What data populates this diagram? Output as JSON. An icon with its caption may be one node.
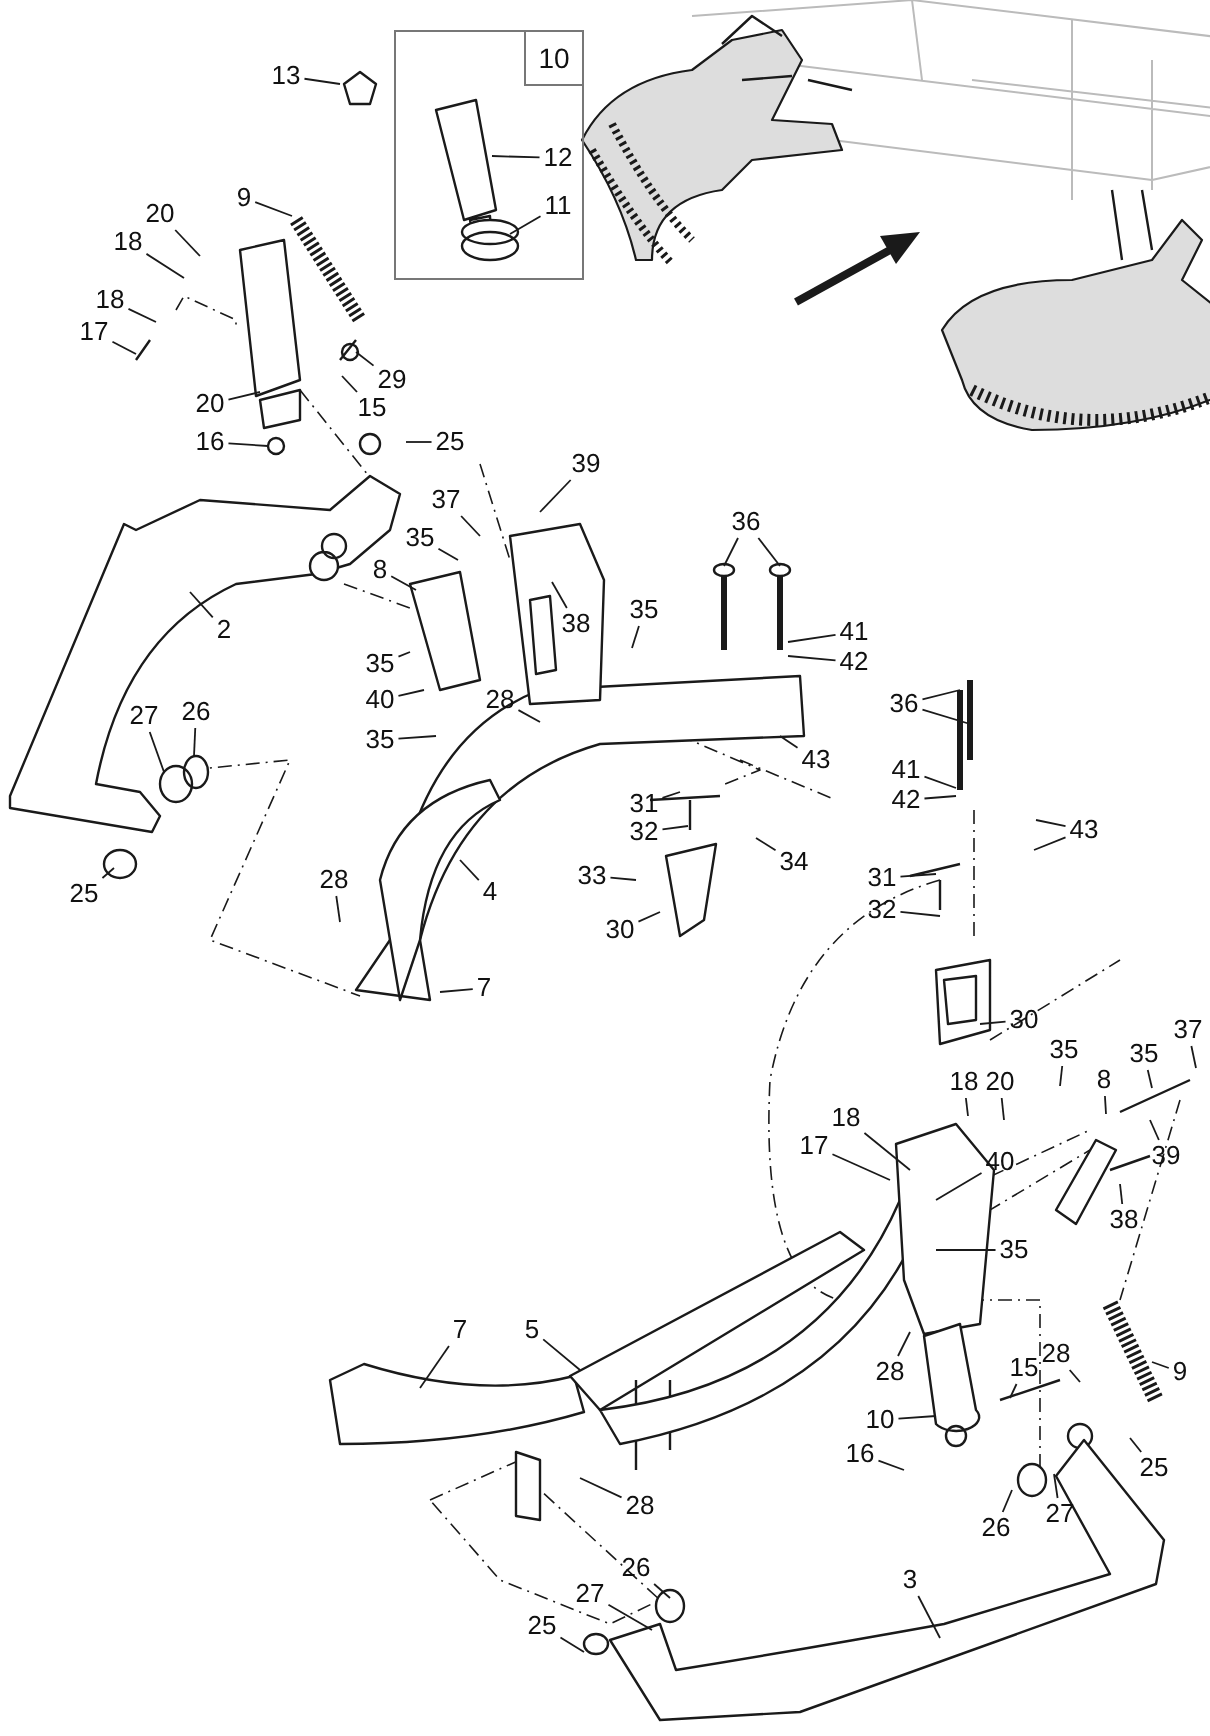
{
  "diagram": {
    "nodes": [
      {
        "text": [
          "13"
        ]
      },
      {
        "text": [
          "10"
        ]
      },
      {
        "text": [
          "12"
        ],
        "in": 1
      },
      {
        "text": [
          "11"
        ],
        "in": 1
      },
      {
        "text": [
          "9"
        ]
      },
      {
        "text": [
          "20"
        ]
      },
      {
        "text": [
          "18"
        ]
      },
      {
        "text": [
          "18"
        ]
      },
      {
        "text": [
          "17"
        ]
      },
      {
        "text": [
          "20"
        ]
      },
      {
        "text": [
          "29"
        ]
      },
      {
        "text": [
          "15"
        ]
      },
      {
        "text": [
          "16"
        ]
      },
      {
        "text": [
          "25"
        ]
      },
      {
        "text": [
          "39"
        ]
      },
      {
        "text": [
          "37"
        ]
      },
      {
        "text": [
          "35"
        ]
      },
      {
        "text": [
          "8"
        ]
      },
      {
        "text": [
          "2"
        ]
      },
      {
        "text": [
          "38"
        ]
      },
      {
        "text": [
          "35"
        ]
      },
      {
        "text": [
          "36"
        ]
      },
      {
        "text": [
          "41"
        ]
      },
      {
        "text": [
          "42"
        ]
      },
      {
        "text": [
          "35"
        ]
      },
      {
        "text": [
          "40"
        ]
      },
      {
        "text": [
          "35"
        ]
      },
      {
        "text": [
          "28"
        ]
      },
      {
        "text": [
          "27"
        ]
      },
      {
        "text": [
          "26"
        ]
      },
      {
        "text": [
          "43"
        ]
      },
      {
        "text": [
          "36"
        ]
      },
      {
        "text": [
          "41"
        ]
      },
      {
        "text": [
          "42"
        ]
      },
      {
        "text": [
          "43"
        ]
      },
      {
        "text": [
          "25"
        ]
      },
      {
        "text": [
          "28"
        ]
      },
      {
        "text": [
          "4"
        ]
      },
      {
        "text": [
          "31"
        ]
      },
      {
        "text": [
          "32"
        ]
      },
      {
        "text": [
          "33"
        ]
      },
      {
        "text": [
          "34"
        ]
      },
      {
        "text": [
          "30"
        ]
      },
      {
        "text": [
          "7"
        ]
      },
      {
        "text": [
          "31"
        ]
      },
      {
        "text": [
          "32"
        ]
      },
      {
        "text": [
          "30"
        ]
      },
      {
        "text": [
          "18"
        ]
      },
      {
        "text": [
          "20"
        ]
      },
      {
        "text": [
          "18"
        ]
      },
      {
        "text": [
          "17"
        ]
      },
      {
        "text": [
          "40"
        ]
      },
      {
        "text": [
          "35"
        ]
      },
      {
        "text": [
          "8"
        ]
      },
      {
        "text": [
          "35"
        ]
      },
      {
        "text": [
          "37"
        ]
      },
      {
        "text": [
          "39"
        ]
      },
      {
        "text": [
          "38"
        ]
      },
      {
        "text": [
          "35"
        ]
      },
      {
        "text": [
          "7"
        ]
      },
      {
        "text": [
          "5"
        ]
      },
      {
        "text": [
          "28"
        ]
      },
      {
        "text": [
          "15"
        ]
      },
      {
        "text": [
          "28"
        ]
      },
      {
        "text": [
          "9"
        ]
      },
      {
        "text": [
          "10"
        ]
      },
      {
        "text": [
          "16"
        ]
      },
      {
        "text": [
          "25"
        ]
      },
      {
        "text": [
          "26"
        ]
      },
      {
        "text": [
          "27"
        ]
      },
      {
        "text": [
          "28"
        ]
      },
      {
        "text": [
          "3"
        ]
      },
      {
        "text": [
          "26"
        ]
      },
      {
        "text": [
          "27"
        ]
      },
      {
        "text": [
          "25"
        ]
      }
    ],
    "edges": [
      {
        "from": 0,
        "to": null,
        "arrow": "none"
      },
      {
        "from": 2,
        "to": null,
        "arrow": "none"
      },
      {
        "from": 3,
        "to": null,
        "arrow": "none"
      },
      {
        "from": 4,
        "to": null,
        "arrow": "none"
      },
      {
        "from": 5,
        "to": null,
        "arrow": "none"
      },
      {
        "from": 6,
        "to": null,
        "arrow": "none"
      },
      {
        "from": 7,
        "to": null,
        "arrow": "none"
      },
      {
        "from": 8,
        "to": null,
        "arrow": "none"
      },
      {
        "from": 9,
        "to": null,
        "arrow": "none"
      },
      {
        "from": 10,
        "to": null,
        "arrow": "none"
      },
      {
        "from": 11,
        "to": null,
        "arrow": "none"
      },
      {
        "from": 12,
        "to": null,
        "arrow": "none"
      },
      {
        "from": 13,
        "to": null,
        "arrow": "none"
      },
      {
        "from": 14,
        "to": null,
        "arrow": "none"
      },
      {
        "from": 15,
        "to": null,
        "arrow": "none"
      },
      {
        "from": 16,
        "to": null,
        "arrow": "none"
      },
      {
        "from": 17,
        "to": null,
        "arrow": "none"
      },
      {
        "from": 18,
        "to": null,
        "arrow": "none"
      },
      {
        "from": 19,
        "to": null,
        "arrow": "none"
      },
      {
        "from": 20,
        "to": null,
        "arrow": "none"
      },
      {
        "from": 21,
        "to": null,
        "arrow": "none"
      },
      {
        "from": 21,
        "to": null,
        "arrow": "none"
      },
      {
        "from": 22,
        "to": null,
        "arrow": "none"
      },
      {
        "from": 23,
        "to": null,
        "arrow": "none"
      },
      {
        "from": 24,
        "to": null,
        "arrow": "none"
      },
      {
        "from": 25,
        "to": null,
        "arrow": "none"
      },
      {
        "from": 26,
        "to": null,
        "arrow": "none"
      },
      {
        "from": 27,
        "to": null,
        "arrow": "none"
      },
      {
        "from": 28,
        "to": null,
        "arrow": "none"
      },
      {
        "from": 29,
        "to": null,
        "arrow": "none"
      },
      {
        "from": 30,
        "to": null,
        "arrow": "none"
      },
      {
        "from": 31,
        "to": null,
        "arrow": "none"
      },
      {
        "from": 31,
        "to": null,
        "arrow": "none"
      },
      {
        "from": 32,
        "to": null,
        "arrow": "none"
      },
      {
        "from": 33,
        "to": null,
        "arrow": "none"
      },
      {
        "from": 34,
        "to": null,
        "arrow": "none"
      },
      {
        "from": 34,
        "to": null,
        "arrow": "none"
      },
      {
        "from": 35,
        "to": null,
        "arrow": "none"
      },
      {
        "from": 36,
        "to": null,
        "arrow": "none"
      },
      {
        "from": 37,
        "to": null,
        "arrow": "none"
      },
      {
        "from": 38,
        "to": null,
        "arrow": "none"
      },
      {
        "from": 39,
        "to": null,
        "arrow": "none"
      },
      {
        "from": 40,
        "to": null,
        "arrow": "none"
      },
      {
        "from": 41,
        "to": null,
        "arrow": "none"
      },
      {
        "from": 42,
        "to": null,
        "arrow": "none"
      },
      {
        "from": 43,
        "to": null,
        "arrow": "none"
      },
      {
        "from": 44,
        "to": null,
        "arrow": "none"
      },
      {
        "from": 45,
        "to": null,
        "arrow": "none"
      },
      {
        "from": 46,
        "to": null,
        "arrow": "none"
      },
      {
        "from": 47,
        "to": null,
        "arrow": "none"
      },
      {
        "from": 48,
        "to": null,
        "arrow": "none"
      },
      {
        "from": 49,
        "to": null,
        "arrow": "none"
      },
      {
        "from": 50,
        "to": null,
        "arrow": "none"
      },
      {
        "from": 51,
        "to": null,
        "arrow": "none"
      },
      {
        "from": 52,
        "to": null,
        "arrow": "none"
      },
      {
        "from": 53,
        "to": null,
        "arrow": "none"
      },
      {
        "from": 54,
        "to": null,
        "arrow": "none"
      },
      {
        "from": 55,
        "to": null,
        "arrow": "none"
      },
      {
        "from": 56,
        "to": null,
        "arrow": "none"
      },
      {
        "from": 57,
        "to": null,
        "arrow": "none"
      },
      {
        "from": 58,
        "to": null,
        "arrow": "none"
      },
      {
        "from": 59,
        "to": null,
        "arrow": "none"
      },
      {
        "from": 60,
        "to": null,
        "arrow": "none"
      },
      {
        "from": 61,
        "to": null,
        "arrow": "none"
      },
      {
        "from": 62,
        "to": null,
        "arrow": "none"
      },
      {
        "from": 63,
        "to": null,
        "arrow": "none"
      },
      {
        "from": 64,
        "to": null,
        "arrow": "none"
      },
      {
        "from": 65,
        "to": null,
        "arrow": "none"
      },
      {
        "from": 66,
        "to": null,
        "arrow": "none"
      },
      {
        "from": 67,
        "to": null,
        "arrow": "none"
      },
      {
        "from": 68,
        "to": null,
        "arrow": "none"
      },
      {
        "from": 69,
        "to": null,
        "arrow": "none"
      },
      {
        "from": 70,
        "to": null,
        "arrow": "none"
      },
      {
        "from": 71,
        "to": null,
        "arrow": "none"
      },
      {
        "from": 72,
        "to": null,
        "arrow": "none"
      },
      {
        "from": 73,
        "to": null,
        "arrow": "none"
      },
      {
        "from": 74,
        "to": null,
        "arrow": "none"
      }
    ]
  }
}
